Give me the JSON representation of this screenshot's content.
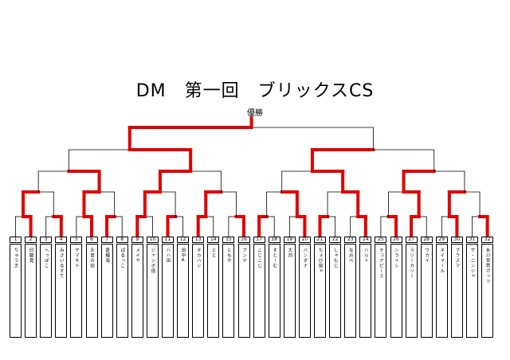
{
  "title": "DM　第一回　ブリックスCS",
  "champion_label": "優勝",
  "colors": {
    "win": "#e00000",
    "line": "#000000",
    "bg": "#ffffff"
  },
  "players": [
    {
      "no": "1",
      "name": "りゅうき"
    },
    {
      "no": "2",
      "name": "印藤寛"
    },
    {
      "no": "3",
      "name": "へっぽこ"
    },
    {
      "no": "4",
      "name": "みさいるすて"
    },
    {
      "no": "5",
      "name": "ヤマキド"
    },
    {
      "no": "6",
      "name": "天音の田"
    },
    {
      "no": "7",
      "name": "蒼種海"
    },
    {
      "no": "8",
      "name": "ぱるっこ"
    },
    {
      "no": "9",
      "name": "メイヤ"
    },
    {
      "no": "10",
      "name": "ジャンボ倍"
    },
    {
      "no": "11",
      "name": "ハハ田"
    },
    {
      "no": "12",
      "name": "田中A"
    },
    {
      "no": "13",
      "name": "タカハシ"
    },
    {
      "no": "14",
      "name": "とと"
    },
    {
      "no": "15",
      "name": "ともや"
    },
    {
      "no": "16",
      "name": "ブンマ"
    },
    {
      "no": "17",
      "name": "こじこじ"
    },
    {
      "no": "18",
      "name": "すとーむ"
    },
    {
      "no": "19",
      "name": "大河"
    },
    {
      "no": "20",
      "name": "バンダナ"
    },
    {
      "no": "21",
      "name": "ちょび協ゃ"
    },
    {
      "no": "22",
      "name": "しゃもじ"
    },
    {
      "no": "23",
      "name": "なおべ"
    },
    {
      "no": "24",
      "name": "ハルト"
    },
    {
      "no": "25",
      "name": "チュアピース"
    },
    {
      "no": "26",
      "name": "シライシ"
    },
    {
      "no": "27",
      "name": "ラリーカリー"
    },
    {
      "no": "28",
      "name": "ウカイ"
    },
    {
      "no": "29",
      "name": "ネイマール"
    },
    {
      "no": "30",
      "name": "ブラズマ"
    },
    {
      "no": "31",
      "name": "ザ・ニンジャ"
    },
    {
      "no": "32",
      "name": "糸ロ世界ガッツ"
    }
  ],
  "results": {
    "round1": [
      "b",
      "b",
      "b",
      "a",
      "a",
      "a",
      "a",
      "b",
      "a",
      "b",
      "a",
      "b",
      "b",
      "a",
      "b",
      "b"
    ],
    "round2": [
      "a",
      "a",
      "a",
      "a",
      "b",
      "b",
      "b",
      "a"
    ],
    "round3": [
      "b",
      "a",
      "b",
      "a"
    ],
    "round4": [
      "b",
      "a"
    ],
    "final": "a"
  }
}
